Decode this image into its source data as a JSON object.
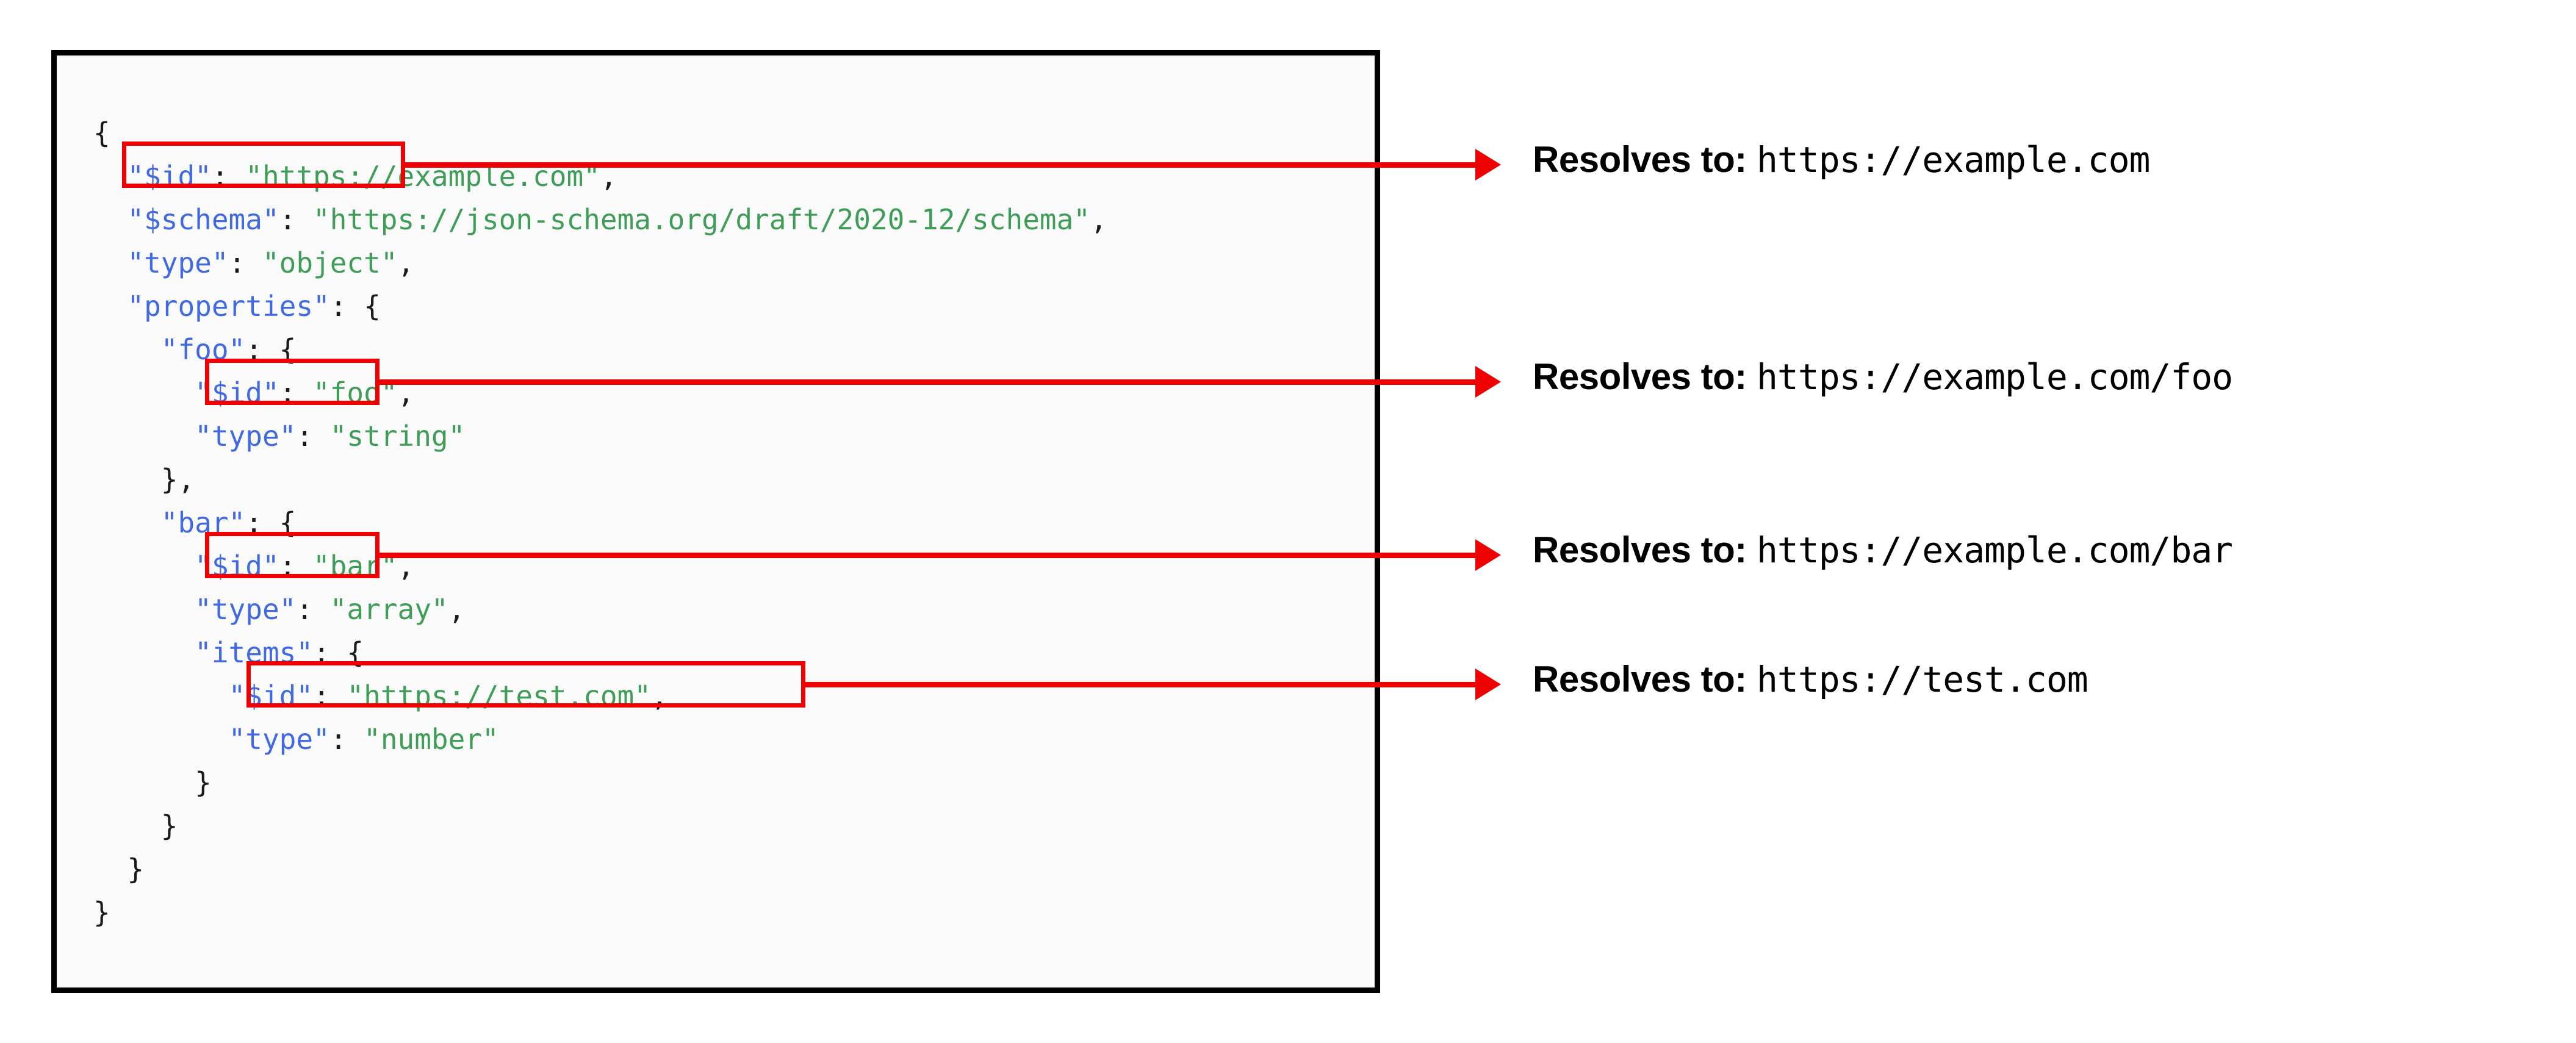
{
  "code_panel": {
    "language": "json",
    "lines": [
      [
        {
          "t": "{",
          "c": "punc"
        }
      ],
      [
        {
          "t": "  ",
          "c": "punc"
        },
        {
          "t": "\"$id\"",
          "c": "key"
        },
        {
          "t": ": ",
          "c": "punc"
        },
        {
          "t": "\"https://example.com\"",
          "c": "str"
        },
        {
          "t": ",",
          "c": "punc"
        }
      ],
      [
        {
          "t": "  ",
          "c": "punc"
        },
        {
          "t": "\"$schema\"",
          "c": "key"
        },
        {
          "t": ": ",
          "c": "punc"
        },
        {
          "t": "\"https://json-schema.org/draft/2020-12/schema\"",
          "c": "str"
        },
        {
          "t": ",",
          "c": "punc"
        }
      ],
      [
        {
          "t": "  ",
          "c": "punc"
        },
        {
          "t": "\"type\"",
          "c": "key"
        },
        {
          "t": ": ",
          "c": "punc"
        },
        {
          "t": "\"object\"",
          "c": "str"
        },
        {
          "t": ",",
          "c": "punc"
        }
      ],
      [
        {
          "t": "  ",
          "c": "punc"
        },
        {
          "t": "\"properties\"",
          "c": "key"
        },
        {
          "t": ": {",
          "c": "punc"
        }
      ],
      [
        {
          "t": "    ",
          "c": "punc"
        },
        {
          "t": "\"foo\"",
          "c": "key"
        },
        {
          "t": ": {",
          "c": "punc"
        }
      ],
      [
        {
          "t": "      ",
          "c": "punc"
        },
        {
          "t": "\"$id\"",
          "c": "key"
        },
        {
          "t": ": ",
          "c": "punc"
        },
        {
          "t": "\"foo\"",
          "c": "str"
        },
        {
          "t": ",",
          "c": "punc"
        }
      ],
      [
        {
          "t": "      ",
          "c": "punc"
        },
        {
          "t": "\"type\"",
          "c": "key"
        },
        {
          "t": ": ",
          "c": "punc"
        },
        {
          "t": "\"string\"",
          "c": "str"
        }
      ],
      [
        {
          "t": "    },",
          "c": "punc"
        }
      ],
      [
        {
          "t": "    ",
          "c": "punc"
        },
        {
          "t": "\"bar\"",
          "c": "key"
        },
        {
          "t": ": {",
          "c": "punc"
        }
      ],
      [
        {
          "t": "      ",
          "c": "punc"
        },
        {
          "t": "\"$id\"",
          "c": "key"
        },
        {
          "t": ": ",
          "c": "punc"
        },
        {
          "t": "\"bar\"",
          "c": "str"
        },
        {
          "t": ",",
          "c": "punc"
        }
      ],
      [
        {
          "t": "      ",
          "c": "punc"
        },
        {
          "t": "\"type\"",
          "c": "key"
        },
        {
          "t": ": ",
          "c": "punc"
        },
        {
          "t": "\"array\"",
          "c": "str"
        },
        {
          "t": ",",
          "c": "punc"
        }
      ],
      [
        {
          "t": "      ",
          "c": "punc"
        },
        {
          "t": "\"items\"",
          "c": "key"
        },
        {
          "t": ": {",
          "c": "punc"
        }
      ],
      [
        {
          "t": "        ",
          "c": "punc"
        },
        {
          "t": "\"$id\"",
          "c": "key"
        },
        {
          "t": ": ",
          "c": "punc"
        },
        {
          "t": "\"https://test.com\"",
          "c": "str"
        },
        {
          "t": ",",
          "c": "punc"
        }
      ],
      [
        {
          "t": "        ",
          "c": "punc"
        },
        {
          "t": "\"type\"",
          "c": "key"
        },
        {
          "t": ": ",
          "c": "punc"
        },
        {
          "t": "\"number\"",
          "c": "str"
        }
      ],
      [
        {
          "t": "      }",
          "c": "punc"
        }
      ],
      [
        {
          "t": "    }",
          "c": "punc"
        }
      ],
      [
        {
          "t": "  }",
          "c": "punc"
        }
      ],
      [
        {
          "t": "}",
          "c": "punc"
        }
      ]
    ]
  },
  "highlights": [
    {
      "id": "root-id",
      "target": "\"$id\": \"https://example.com\","
    },
    {
      "id": "foo-id",
      "target": "\"$id\": \"foo\","
    },
    {
      "id": "bar-id",
      "target": "\"$id\": \"bar\","
    },
    {
      "id": "items-id",
      "target": "\"$id\": \"https://test.com\","
    }
  ],
  "annotations": [
    {
      "lead": "Resolves to:",
      "url": "https://example.com"
    },
    {
      "lead": "Resolves to:",
      "url": "https://example.com/foo"
    },
    {
      "lead": "Resolves to:",
      "url": "https://example.com/bar"
    },
    {
      "lead": "Resolves to:",
      "url": "https://test.com"
    }
  ],
  "colors": {
    "key": "#4169e1",
    "string": "#3f9d58",
    "punctuation": "#1a1a1a",
    "highlight": "#f00000",
    "arrow": "#f00000",
    "panel_border": "#000000",
    "panel_background": "#fafafa",
    "page_background": "#ffffff",
    "annotation_text": "#000000"
  }
}
